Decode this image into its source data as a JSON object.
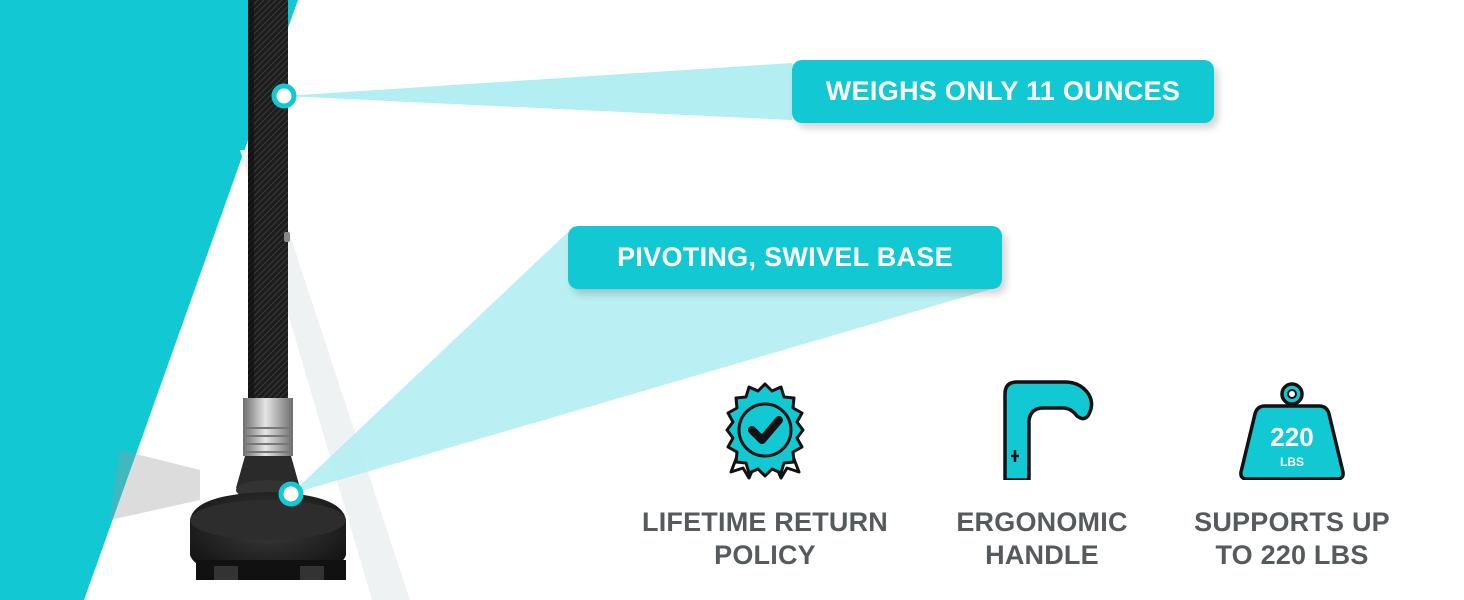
{
  "colors": {
    "accent": "#12c8d3",
    "accent_light": "#b2eef2",
    "text_gray": "#555a5c"
  },
  "callouts": {
    "weight": "WEIGHS ONLY 11 OUNCES",
    "base": "PIVOTING, SWIVEL BASE"
  },
  "features": [
    {
      "icon": "badge-check-icon",
      "line1": "LIFETIME RETURN",
      "line2": "POLICY"
    },
    {
      "icon": "cane-handle-icon",
      "line1": "ERGONOMIC",
      "line2": "HANDLE"
    },
    {
      "icon": "weight-icon",
      "weight_value": "220",
      "weight_unit": "LBS",
      "line1": "SUPPORTS UP",
      "line2": "TO 220 LBS"
    }
  ]
}
